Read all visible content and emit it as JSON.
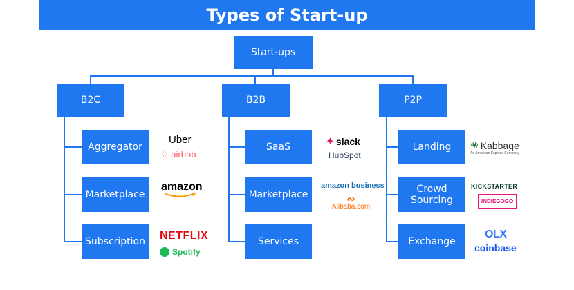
{
  "title": "Types of Start-up",
  "root": "Start-ups",
  "categories": [
    {
      "label": "B2C",
      "items": [
        {
          "label": "Aggregator",
          "logos": [
            "Uber",
            "airbnb"
          ]
        },
        {
          "label": "Marketplace",
          "logos": [
            "amazon"
          ]
        },
        {
          "label": "Subscription",
          "logos": [
            "NETFLIX",
            "Spotify"
          ]
        }
      ]
    },
    {
      "label": "B2B",
      "items": [
        {
          "label": "SaaS",
          "logos": [
            "slack",
            "HubSpot"
          ]
        },
        {
          "label": "Marketplace",
          "logos": [
            "amazon business",
            "Alibaba.com"
          ]
        },
        {
          "label": "Services",
          "logos": []
        }
      ]
    },
    {
      "label": "P2P",
      "items": [
        {
          "label": "Landing",
          "logos": [
            "Kabbage",
            "An American Express Company"
          ]
        },
        {
          "label": "Crowd Sourcing",
          "logos": [
            "KICKSTARTER",
            "INDIEGOGO"
          ]
        },
        {
          "label": "Exchange",
          "logos": [
            "OLX",
            "coinbase"
          ]
        }
      ]
    }
  ],
  "colors": {
    "primary": "#1f78f0",
    "netflix": "#e50914",
    "spotify": "#1db954",
    "airbnb": "#ff5a5f",
    "kickstarter": "#05ce78",
    "indiegogo": "#eb1478",
    "coinbase": "#1652f0",
    "kabbage": "#2e7d32",
    "hubspot": "#ff7a59",
    "alibaba": "#ff6a00"
  }
}
